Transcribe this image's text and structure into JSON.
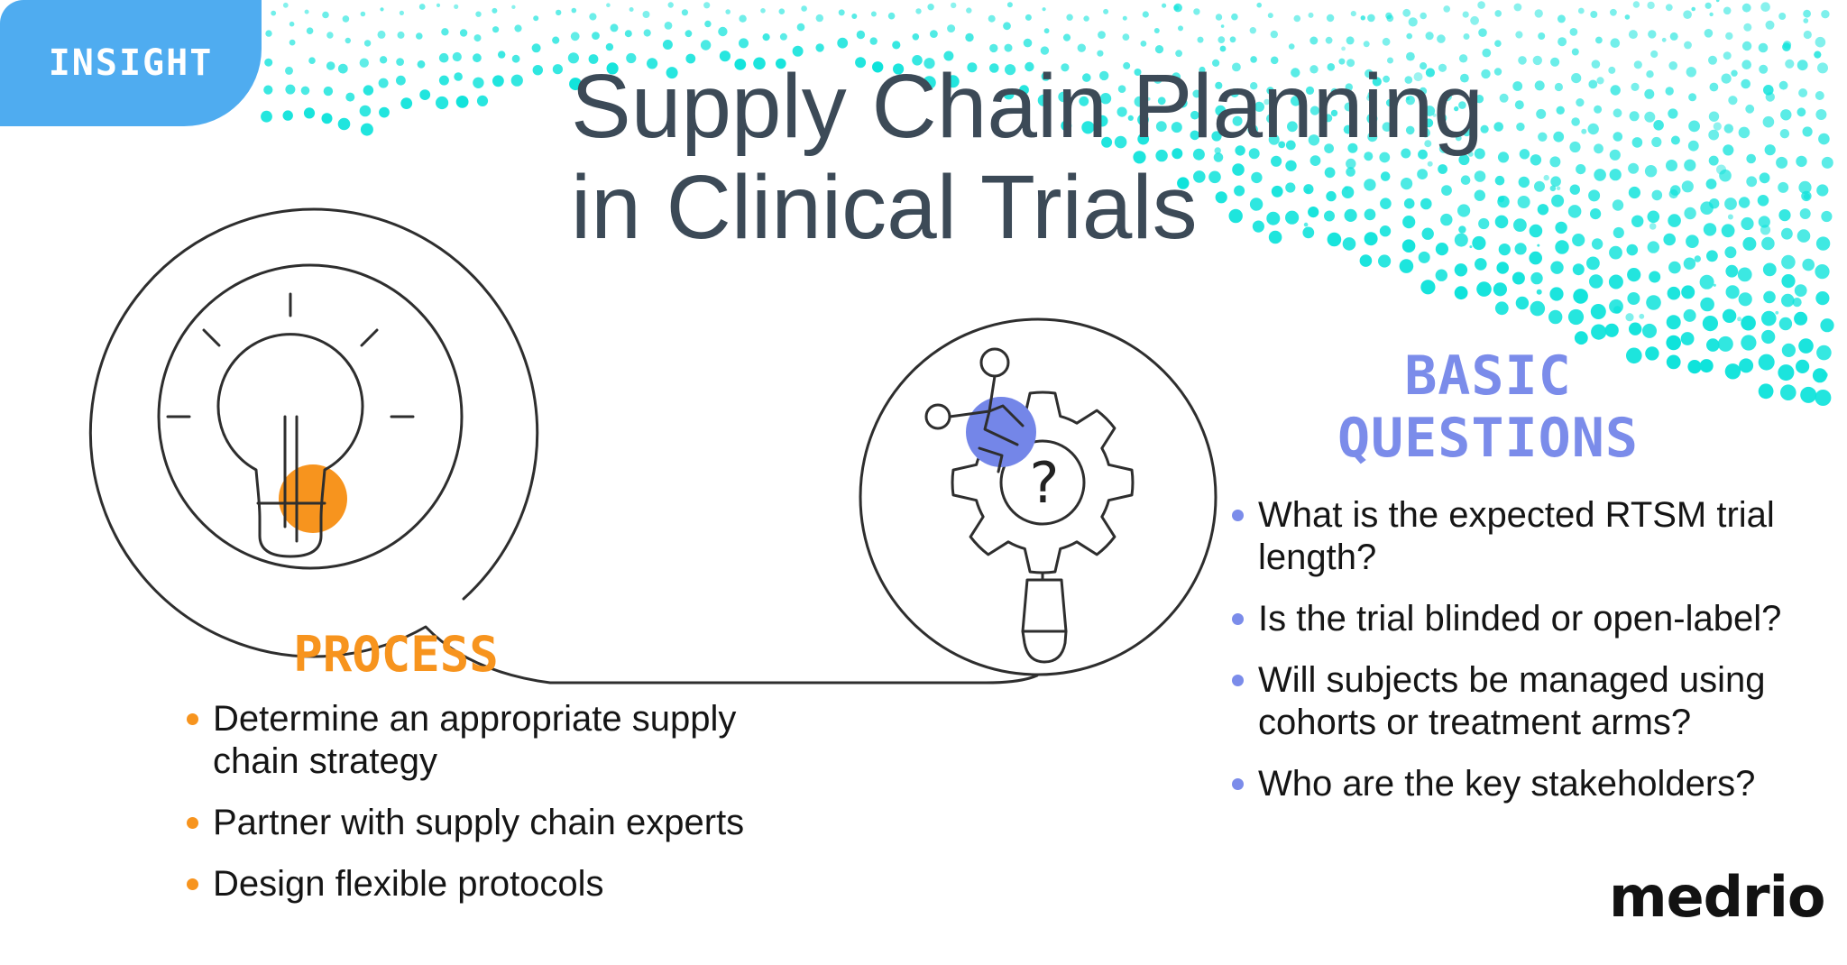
{
  "badge": {
    "label": "INSIGHT"
  },
  "title": {
    "line1": "Supply Chain Planning",
    "line2": "in Clinical Trials"
  },
  "process": {
    "heading": "PROCESS",
    "items": [
      "Determine an appropriate supply chain strategy",
      "Partner with supply chain experts",
      "Design flexible protocols"
    ]
  },
  "questions": {
    "heading_line1": "BASIC",
    "heading_line2": "QUESTIONS",
    "items": [
      "What is the expected RTSM trial length?",
      "Is the trial blinded or open-label?",
      "Will subjects be managed using cohorts or treatment arms?",
      "Who are the key stakeholders?"
    ]
  },
  "illustrations": {
    "question_mark": "?"
  },
  "logo": {
    "text": "medrio"
  },
  "colors": {
    "badge_blue": "#4FACF0",
    "teal_dot": "#0FE3DB",
    "orange": "#F7941E",
    "periwinkle": "#7B8CEA",
    "accent_blue_circle": "#7486E8",
    "title_slate": "#3C4A57",
    "body_text": "#151515",
    "line_art": "#2E2E2E"
  }
}
